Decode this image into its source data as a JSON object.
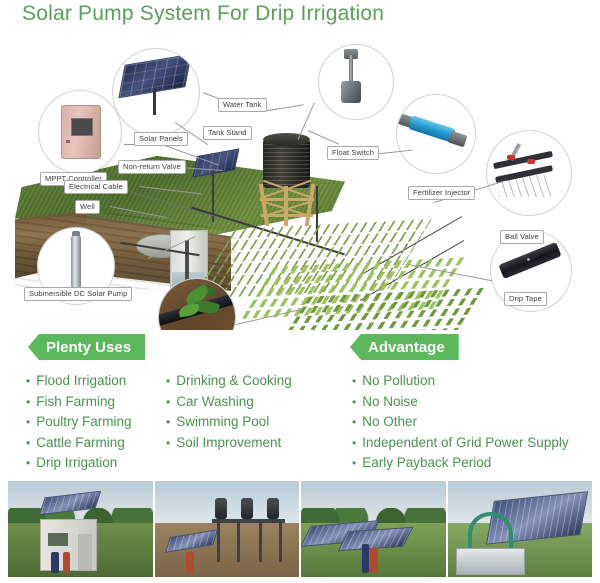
{
  "title": "Solar Pump System For Drip Irrigation",
  "colors": {
    "title_green": "#5aa05a",
    "banner_green": "#5cb85c",
    "list_green": "#4a9250",
    "label_text": "#3c3c3c",
    "label_border": "#a9a9a9"
  },
  "diagram": {
    "callouts": [
      {
        "name": "mppt-controller",
        "label": "MPPT Controller"
      },
      {
        "name": "solar-panels",
        "label": "Solar Panels"
      },
      {
        "name": "water-tank",
        "label": "Water Tank"
      },
      {
        "name": "tank-stand",
        "label": "Tank Stand"
      },
      {
        "name": "float-switch",
        "label": "Float Switch"
      },
      {
        "name": "fertilizer-injector",
        "label": "Fertilizer Injector"
      },
      {
        "name": "ball-valve",
        "label": "Ball Valve"
      },
      {
        "name": "non-return-valve",
        "label": "Non-return Valve"
      },
      {
        "name": "electrical-cable",
        "label": "Electrical Cable"
      },
      {
        "name": "well",
        "label": "Well"
      },
      {
        "name": "submersible-dc-solar-pump",
        "label": "Submersible DC Solar Pump"
      },
      {
        "name": "drip-tape",
        "label": "Drip Tape"
      }
    ]
  },
  "sections": {
    "uses": {
      "banner": "Plenty Uses",
      "column_one": [
        "Flood Irrigation",
        "Fish Farming",
        "Poultry Farming",
        "Cattle Farming",
        "Drip Irrigation"
      ],
      "column_two": [
        "Drinking & Cooking",
        "Car Washing",
        "Swimming Pool",
        "Soil Improvement"
      ]
    },
    "advantage": {
      "banner": "Advantage",
      "items": [
        "No Pollution",
        "No Noise",
        "No Other",
        "Independent of Grid Power Supply",
        "Early Payback Period"
      ]
    }
  },
  "photos": [
    {
      "name": "photo-pump-house",
      "alt": "Solar powered pump house with roof panel"
    },
    {
      "name": "photo-tank-tower",
      "alt": "Elevated water tank tower with solar array"
    },
    {
      "name": "photo-field-array",
      "alt": "Solar panel array beside irrigated field"
    },
    {
      "name": "photo-panel-trough",
      "alt": "Solar panel with water trough and hose"
    }
  ]
}
